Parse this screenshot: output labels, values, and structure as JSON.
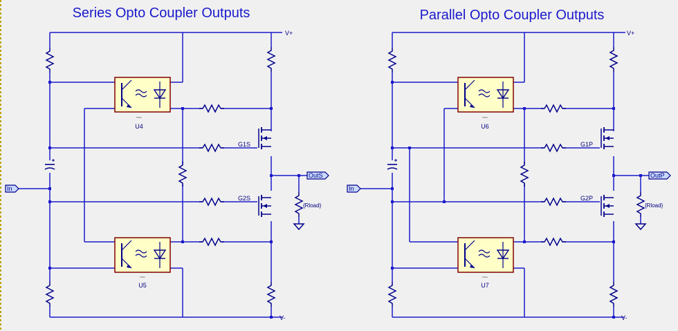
{
  "colors": {
    "background": "#f0f0f0",
    "wire": "#1a1acc",
    "component": "#00008b",
    "ic_fill": "#ffffc8",
    "ic_border": "#800000",
    "port_fill": "#c8d8ff",
    "title": "#1a1acc"
  },
  "circuits": [
    {
      "title": "Series Opto Coupler Outputs",
      "input_port": "In",
      "output_port": "OutS",
      "vplus": "V+",
      "vminus": "V-",
      "load": "{Rload}",
      "gate_top": "G1S",
      "gate_bottom": "G2S",
      "ic_top": "U4",
      "ic_bottom": "U5",
      "ic_part": "PS8/s"
    },
    {
      "title": "Parallel Opto Coupler Outputs",
      "input_port": "In",
      "output_port": "OutP",
      "vplus": "V+",
      "vminus": "V-",
      "load": "{Rload}",
      "gate_top": "G1P",
      "gate_bottom": "G2P",
      "ic_top": "U6",
      "ic_bottom": "U7",
      "ic_part": "PS8/s"
    }
  ]
}
